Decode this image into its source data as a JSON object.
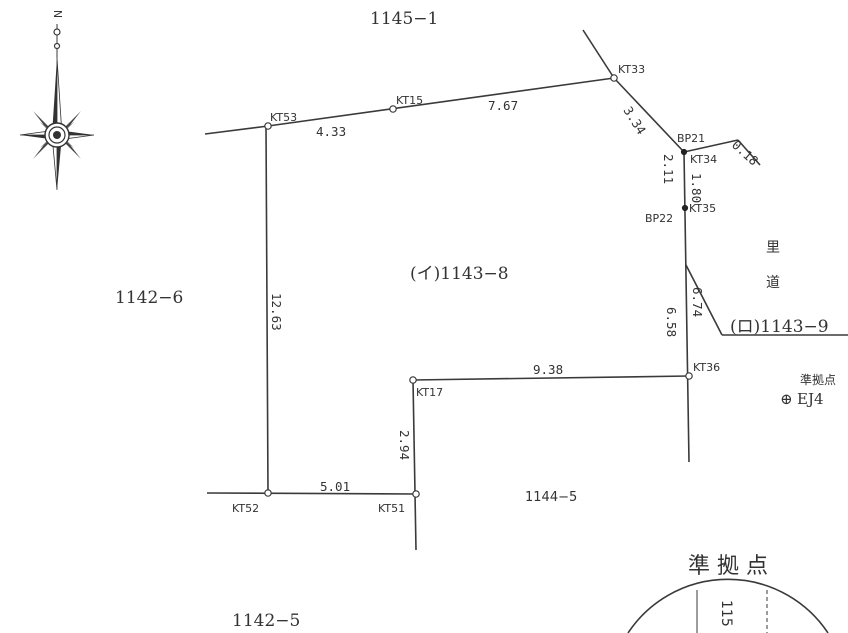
{
  "compass": {
    "north_letter": "N"
  },
  "lots": {
    "north": "1145−1",
    "west": "1142−6",
    "southwest": "1142−5",
    "south": "1144−5",
    "main": "(イ)1143−8",
    "east": "(ロ)1143−9"
  },
  "road_label": [
    "里",
    "道"
  ],
  "points": {
    "kt53": "KT53",
    "kt15": "KT15",
    "kt33": "KT33",
    "bp21": "BP21",
    "kt34": "KT34",
    "bp22": "BP22",
    "kt35": "KT35",
    "kt36": "KT36",
    "kt17": "KT17",
    "kt51": "KT51",
    "kt52": "KT52"
  },
  "distances": {
    "d433": "4.33",
    "d767": "7.67",
    "d334": "3.34",
    "d018": "0.18",
    "d211": "2.11",
    "d180": "1.80",
    "d674": "6.74",
    "d658": "6.58",
    "d1263": "12.63",
    "d938": "9.38",
    "d294": "2.94",
    "d501": "5.01"
  },
  "benchmark": {
    "label": "準拠点",
    "id": "EJ4",
    "symbol": "⊕"
  },
  "inset": {
    "title": "準 拠 点",
    "digits": "115"
  }
}
